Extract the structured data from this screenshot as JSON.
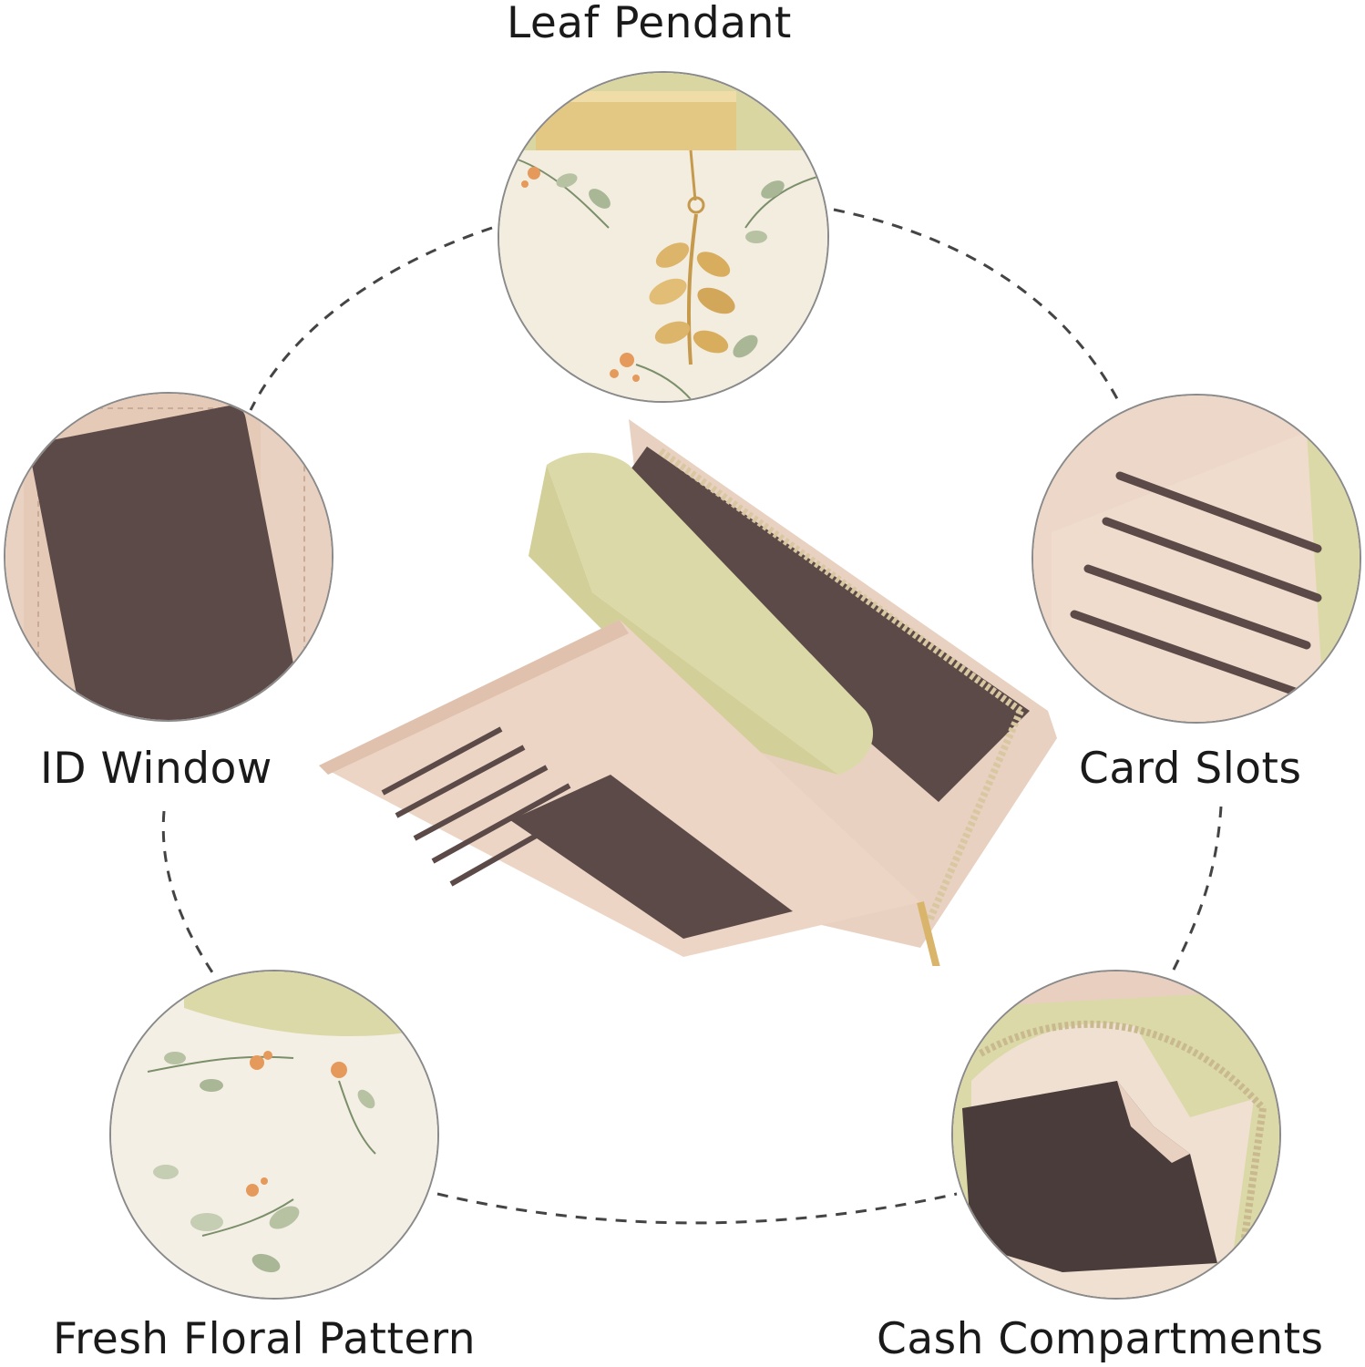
{
  "features": {
    "top": {
      "label": "Leaf Pendant"
    },
    "left": {
      "label": "ID Window"
    },
    "right": {
      "label": "Card Slots"
    },
    "bottom_left": {
      "label": "Fresh Floral Pattern"
    },
    "bottom_right": {
      "label": "Cash Compartments"
    }
  },
  "colors": {
    "cream": "#f5efe3",
    "pink": "#ead2c2",
    "olive": "#dcd9a8",
    "brown": "#5c4a48",
    "gold": "#d8b56a",
    "leaf_green": "#a9b796",
    "flower_orange": "#e59a5c"
  }
}
